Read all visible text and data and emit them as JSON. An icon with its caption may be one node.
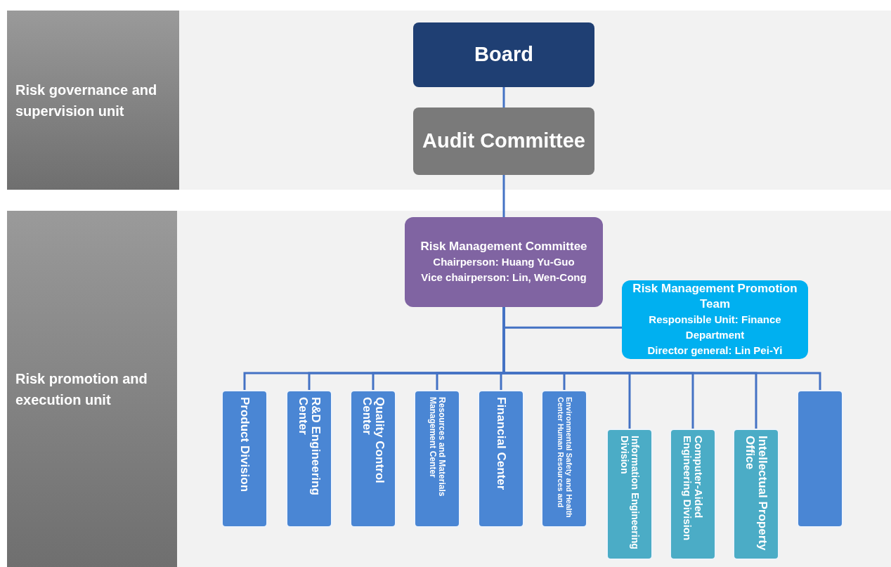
{
  "diagram": {
    "nodes": [
      {
        "text": [
          "Risk governance and supervision unit"
        ]
      },
      {
        "text": [
          "Board"
        ]
      },
      {
        "text": [
          "Audit Committee"
        ]
      },
      {
        "text": [
          "Risk promotion and execution unit"
        ]
      },
      {
        "text": [
          "Risk Management Committee",
          "Chairperson: Huang Yu-Guo",
          "Vice chairperson: Lin, Wen-Cong"
        ]
      },
      {
        "text": [
          "Risk Management Promotion Team",
          "Responsible Unit: Finance Department",
          "Director general: Lin Pei-Yi"
        ]
      },
      {
        "text": [
          "Product Division"
        ]
      },
      {
        "text": [
          "R&D Engineering Center"
        ]
      },
      {
        "text": [
          "Quality Control Center"
        ]
      },
      {
        "text": [
          "Resources and Materials Management Center"
        ]
      },
      {
        "text": [
          "Financial Center"
        ]
      },
      {
        "text": [
          "Environmental Safety and Health Center Human Resources and"
        ]
      },
      {
        "text": [
          "Information Engineering Division"
        ]
      },
      {
        "text": [
          "Computer-Aided Engineering Division"
        ]
      },
      {
        "text": [
          "Intellectual Property Office"
        ]
      },
      {
        "text": [],
        "shape": "box"
      }
    ],
    "edges": [
      {
        "from": 1,
        "to": 2,
        "arrow": "none"
      },
      {
        "from": 2,
        "to": 4,
        "arrow": "none"
      },
      {
        "from": 4,
        "to": 5,
        "arrow": "none"
      },
      {
        "from": 4,
        "to": 6,
        "arrow": "none"
      },
      {
        "from": 4,
        "to": 7,
        "arrow": "none"
      },
      {
        "from": 4,
        "to": 8,
        "arrow": "none"
      },
      {
        "from": 4,
        "to": 9,
        "arrow": "none"
      },
      {
        "from": 4,
        "to": 10,
        "arrow": "none"
      },
      {
        "from": 4,
        "to": 11,
        "arrow": "none"
      },
      {
        "from": 4,
        "to": 12,
        "arrow": "none"
      },
      {
        "from": 4,
        "to": 13,
        "arrow": "none"
      },
      {
        "from": 4,
        "to": 14,
        "arrow": "none"
      },
      {
        "from": 4,
        "to": 15,
        "arrow": "none"
      }
    ]
  }
}
